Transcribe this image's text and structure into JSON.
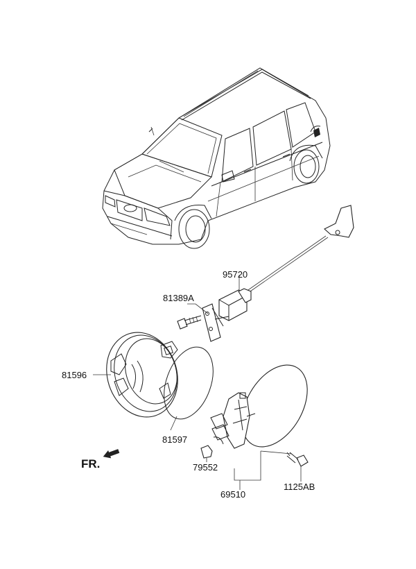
{
  "labels": {
    "p95720": "95720",
    "p81389A": "81389A",
    "p81596": "81596",
    "p81597": "81597",
    "p79552": "79552",
    "p69510": "69510",
    "p1125AB": "1125AB"
  },
  "direction": {
    "text": "FR."
  }
}
